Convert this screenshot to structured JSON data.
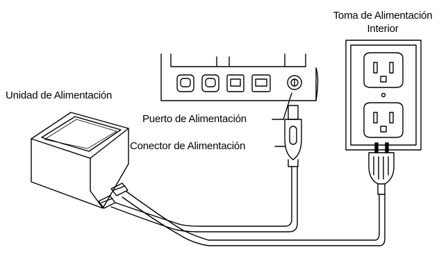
{
  "labels": {
    "outlet_line1": "Toma de Alimentación",
    "outlet_line2": "Interior",
    "power_unit": "Unidad de Alimentación",
    "power_port": "Puerto de Alimentación",
    "power_connector": "Conector de Alimentación"
  },
  "colors": {
    "line": "#000000",
    "background": "#ffffff"
  }
}
